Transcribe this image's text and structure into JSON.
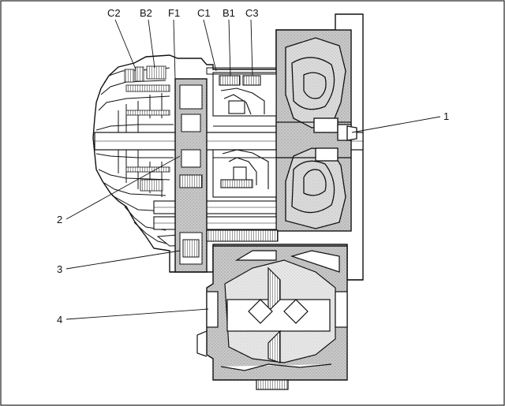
{
  "top_labels": [
    "C2",
    "B2",
    "F1",
    "C1",
    "B1",
    "C3"
  ],
  "callouts": [
    "1",
    "2",
    "3",
    "4"
  ]
}
